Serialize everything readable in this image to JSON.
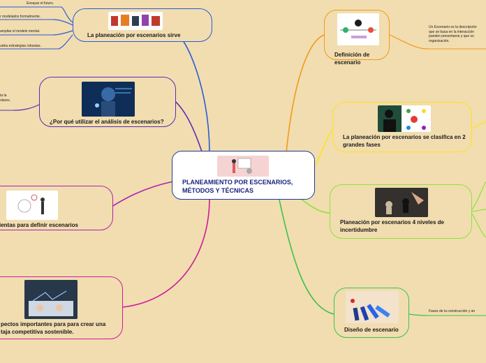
{
  "center": {
    "title": "PLANEAMIENTO POR ESCENARIOS, MÉTODOS Y TÉCNICAS"
  },
  "left": [
    {
      "label": "La planeación por escenarios sirve",
      "image": "team-meeting-illustration",
      "subitems": [
        "Ensayar el futuro.",
        "r modelados formalmente.",
        "ampliar el modelo mental.",
        "ueba estrategias robustas."
      ]
    },
    {
      "label": "¿Por qué utilizar el análisis de escenarios?",
      "image": "digital-hand-photo",
      "note": "ta la\nolares,"
    },
    {
      "label": "ientas para definir escenarios",
      "image": "whiteboard-planning-illustration"
    },
    {
      "label": "pectos importantes para para crear una\ntaja competitiva sostenible.",
      "image": "hands-on-laptop-photo"
    }
  ],
  "right": [
    {
      "label": "Definición de escenario",
      "image": "timeline-diagram-illustration",
      "note": "Un Escenario es la descripción\nque se basa en la interacción\npueden presentarse y que so\norganización."
    },
    {
      "label": "La planeación por escenarios se clasifica en 2 grandes fases",
      "image": "thinking-person-icons"
    },
    {
      "label": "Planeación por escenarios 4 niveles de incertidumbre",
      "image": "chess-hand-photo"
    },
    {
      "label": "Diseño de escenario",
      "image": "falling-dominoes-illustration",
      "note": "Fases de la construcción y an"
    }
  ],
  "colors": {
    "blue": "#2a5bd7",
    "purple": "#5a2bb7",
    "magenta": "#b21fb0",
    "pink": "#d1199e",
    "orange": "#f39a16",
    "yellow": "#ffe21a",
    "lime": "#8ee23d",
    "green": "#3ac24a",
    "center": "#1f3a93"
  }
}
